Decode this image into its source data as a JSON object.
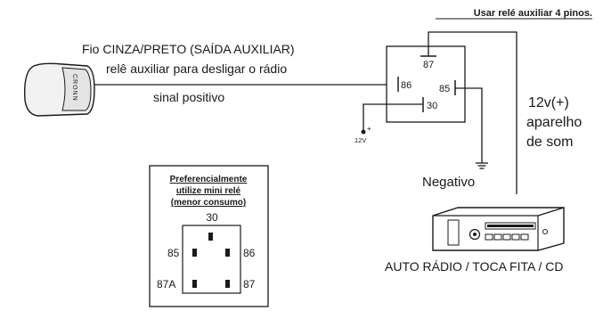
{
  "header_note": "Usar relé auxiliar 4 pinos.",
  "wire_label": {
    "line1": "Fio CINZA/PRETO (SAÍDA AUXILIAR)",
    "line2": "relê auxiliar para desligar o rádio",
    "line3": "sinal positivo"
  },
  "module_brand": "CRONN",
  "relay_pins": {
    "p87": "87",
    "p86": "86",
    "p85": "85",
    "p30": "30"
  },
  "ignition_plus": "+",
  "ignition_voltage": "12V",
  "power_label": {
    "line1": "12v(+)",
    "line2": "aparelho",
    "line3": "de som"
  },
  "ground_label": "Negativo",
  "radio_label": "AUTO RÁDIO / TOCA FITA / CD",
  "mini_relay_box": {
    "note_line1": "Preferencialmente",
    "note_line2": "utilize mini relé",
    "note_line3": "(menor consumo)",
    "pin_30": "30",
    "pin_85": "85",
    "pin_86": "86",
    "pin_87a": "87A",
    "pin_87": "87"
  },
  "colors": {
    "ink": "#1a1a1a",
    "module_fill": "#f2f2f2",
    "background": "#ffffff"
  }
}
